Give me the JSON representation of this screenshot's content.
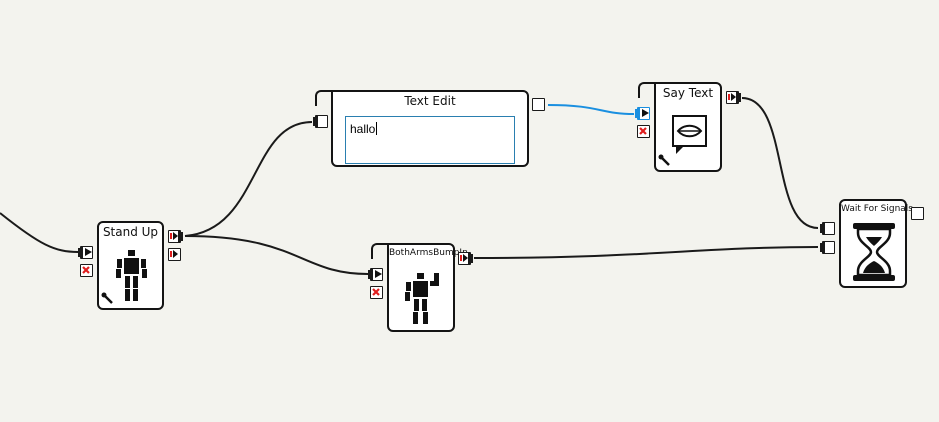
{
  "boxes": {
    "stand_up": {
      "title": "Stand Up"
    },
    "text_edit": {
      "title": "Text Edit",
      "value": "hallo"
    },
    "say_text": {
      "title": "Say Text"
    },
    "both_arms": {
      "title": "BothArmsBumpIn"
    },
    "wait_signals": {
      "title": "Wait For Signals"
    }
  },
  "icons": {
    "robot": "robot-icon",
    "lips": "lips-speech-icon",
    "hourglass": "hourglass-icon",
    "wrench": "wrench-icon"
  },
  "colors": {
    "background": "#f3f3ee",
    "wire": "#1a1a1a",
    "active_wire": "#1a8fe0",
    "stop_red": "#e01e1e"
  }
}
